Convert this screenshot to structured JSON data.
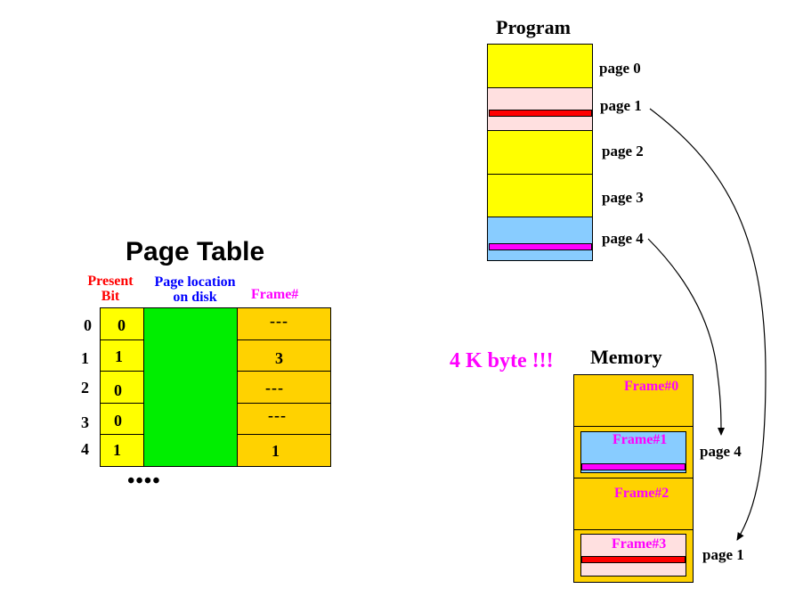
{
  "program": {
    "title": "Program",
    "pages": [
      "page 0",
      "page 1",
      "page 2",
      "page 3",
      "page 4"
    ]
  },
  "page_table": {
    "title": "Page Table",
    "headers": {
      "present_line1": "Present",
      "present_line2": "Bit",
      "location_line1": "Page location",
      "location_line2": "on disk",
      "frame": "Frame#"
    },
    "rows": [
      {
        "index": "0",
        "present": "0",
        "frame": "---"
      },
      {
        "index": "1",
        "present": "1",
        "frame": "3"
      },
      {
        "index": "2",
        "present": "0",
        "frame": "---"
      },
      {
        "index": "3",
        "present": "0",
        "frame": "---"
      },
      {
        "index": "4",
        "present": "1",
        "frame": "1"
      }
    ],
    "ellipsis": "••••"
  },
  "memory": {
    "title": "Memory",
    "note": "4 K byte !!!",
    "frames": [
      "Frame#0",
      "Frame#1",
      "Frame#2",
      "Frame#3"
    ],
    "page_labels": {
      "frame1": "page 4",
      "frame3": "page 1"
    }
  },
  "colors": {
    "yellow": "#ffff00",
    "gold": "#ffd200",
    "green": "#00ee00",
    "pink": "#ffe0e0",
    "blue": "#88ccff",
    "red": "#ff0000",
    "magenta": "#ff00ff"
  }
}
